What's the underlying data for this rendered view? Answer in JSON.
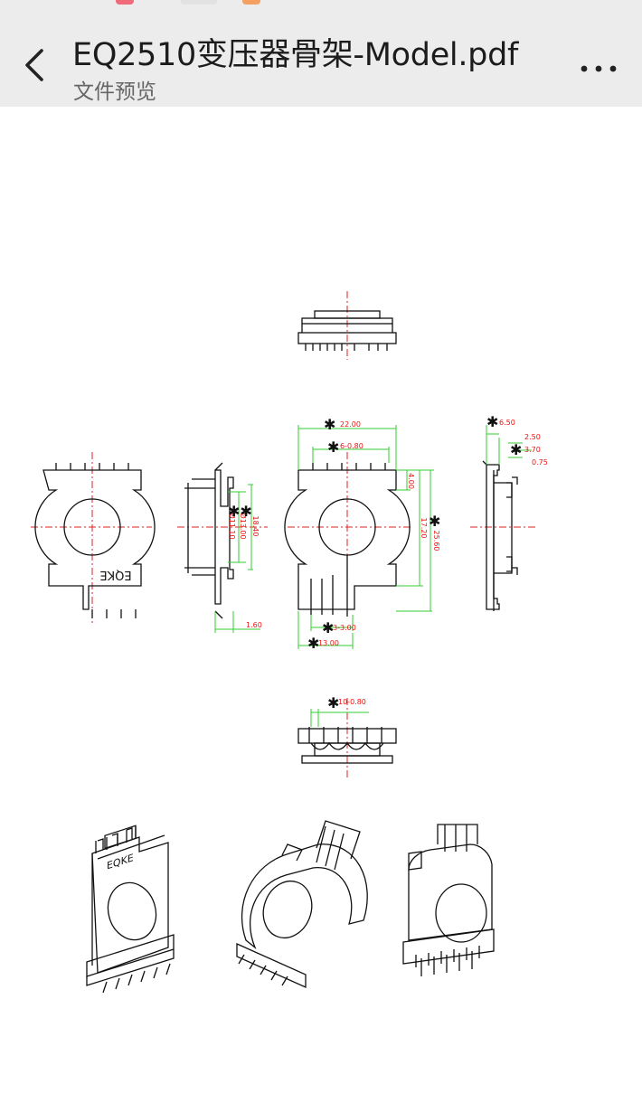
{
  "header": {
    "title": "EQ2510变压器骨架-Model.pdf",
    "subtitle": "文件预览",
    "back_icon": "chevron-left-icon",
    "more_icon": "more-horizontal-icon"
  },
  "drawing": {
    "brand_text": "EQKE",
    "dimensions": {
      "front_width": "22.00",
      "front_inner": "6-0.80",
      "front_right_top": "4.00",
      "front_right_mid": "17.20",
      "front_right_total": "25.60",
      "front_bottom_pins": "3-3.00",
      "front_bottom_width": "13.00",
      "side_a": "Ø11.10",
      "side_b": "Ø13.00",
      "side_c": "18.40",
      "side_bottom": "1.60",
      "right_top": "6.50",
      "right_a": "2.50",
      "right_b": "3.70",
      "right_c": "0.75",
      "bottom_pins": "10-0.80"
    },
    "colors": {
      "line": "#111111",
      "dimension": "#33cc33",
      "centerline": "#dd2222",
      "dim_text": "#ee1111"
    }
  }
}
